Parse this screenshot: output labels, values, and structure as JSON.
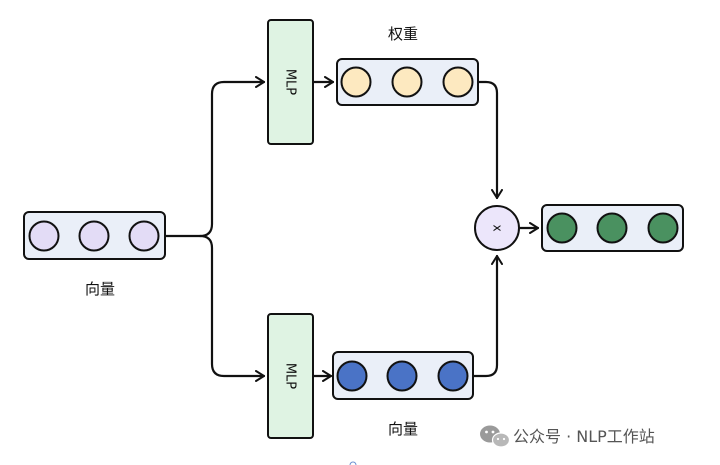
{
  "labels": {
    "input_vector": "向量",
    "weights": "权重",
    "value_vector": "向量",
    "multiply": "x"
  },
  "blocks": {
    "mlp_top": "MLP",
    "mlp_bottom": "MLP"
  },
  "watermark": "公众号 · NLP工作站",
  "colors": {
    "input_circle": "#e3dcf6",
    "weight_circle": "#fde9c0",
    "value_circle": "#4a73c6",
    "output_circle": "#4a9160",
    "mlp_fill": "#dff3e3",
    "container_fill": "#eaeff8",
    "multiply_fill": "#ece6fb",
    "stroke": "#111111"
  }
}
